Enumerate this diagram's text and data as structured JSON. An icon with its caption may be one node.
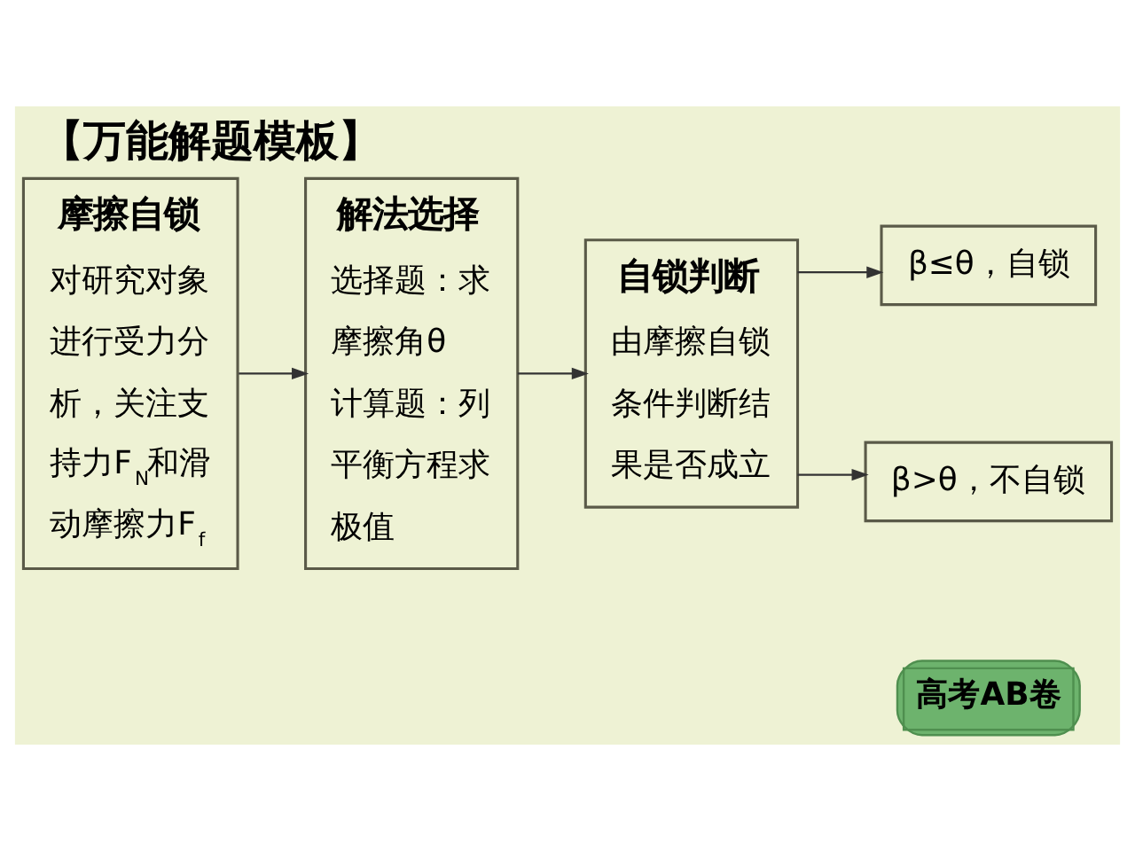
{
  "diagram": {
    "title": "【万能解题模板】",
    "nodes": [
      {
        "text": [
          "摩擦自锁",
          "对研究对象进行受力分析，关注支持力F$_{N}$和滑动摩擦力F$_{f}$"
        ]
      },
      {
        "text": [
          "解法选择",
          "选择题：求摩擦角θ",
          "计算题：列平衡方程求极值"
        ]
      },
      {
        "text": [
          "自锁判断",
          "由摩擦自锁条件判断结果是否成立"
        ]
      },
      {
        "text": [
          "β≤θ，自锁"
        ]
      },
      {
        "text": [
          "β>θ，不自锁"
        ]
      }
    ],
    "edges": [
      {
        "from": 0,
        "to": 1,
        "arrow": "to"
      },
      {
        "from": 1,
        "to": 2,
        "arrow": "to"
      },
      {
        "from": 2,
        "to": 3,
        "arrow": "to"
      },
      {
        "from": 2,
        "to": 4,
        "arrow": "to"
      }
    ],
    "labels": [
      "高考AB卷"
    ]
  }
}
